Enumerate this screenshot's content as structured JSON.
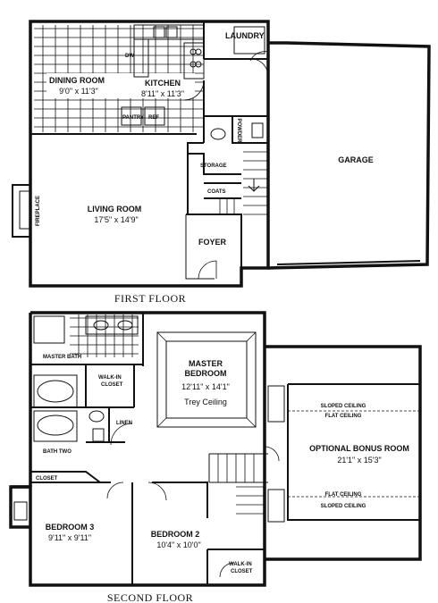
{
  "floors": {
    "first_caption": "FIRST FLOOR",
    "second_caption": "SECOND FLOOR"
  },
  "first_floor": {
    "laundry": {
      "name": "LAUNDRY"
    },
    "dining": {
      "name": "DINING ROOM",
      "dims": "9'0\" x 11'3\""
    },
    "kitchen": {
      "name": "KITCHEN",
      "dims": "8'11\" x 11'3\""
    },
    "dw": "DW",
    "pantry": "PANTRY",
    "ref": "REF",
    "powder": "POWDER",
    "storage": "STORAGE",
    "coats": "COATS",
    "living": {
      "name": "LIVING ROOM",
      "dims": "17'5\" x 14'9\""
    },
    "fireplace": "FIREPLACE",
    "foyer": "FOYER",
    "garage": "GARAGE"
  },
  "second_floor": {
    "master_bath": "MASTER BATH",
    "walk_in_closet_1": [
      "WALK-IN",
      "CLOSET"
    ],
    "master_bedroom": {
      "name": [
        "MASTER",
        "BEDROOM"
      ],
      "dims": "12'11\" x 14'1\"",
      "note": "Trey Ceiling"
    },
    "linen": "LINEN",
    "bath_two": "BATH TWO",
    "closet": "CLOSET",
    "bonus_room": {
      "name": "OPTIONAL BONUS ROOM",
      "dims": "21'1\" x 15'3\""
    },
    "ceilings": {
      "top_sloped": "SLOPED CEILING",
      "top_flat": "FLAT CEILING",
      "bottom_flat": "FLAT CEILING",
      "bottom_sloped": "SLOPED CEILING"
    },
    "bedroom3": {
      "name": "BEDROOM 3",
      "dims": "9'11\" x 9'11\""
    },
    "bedroom2": {
      "name": "BEDROOM 2",
      "dims": "10'4\" x 10'0\""
    },
    "walk_in_closet_2": [
      "WALK-IN",
      "CLOSET"
    ]
  }
}
